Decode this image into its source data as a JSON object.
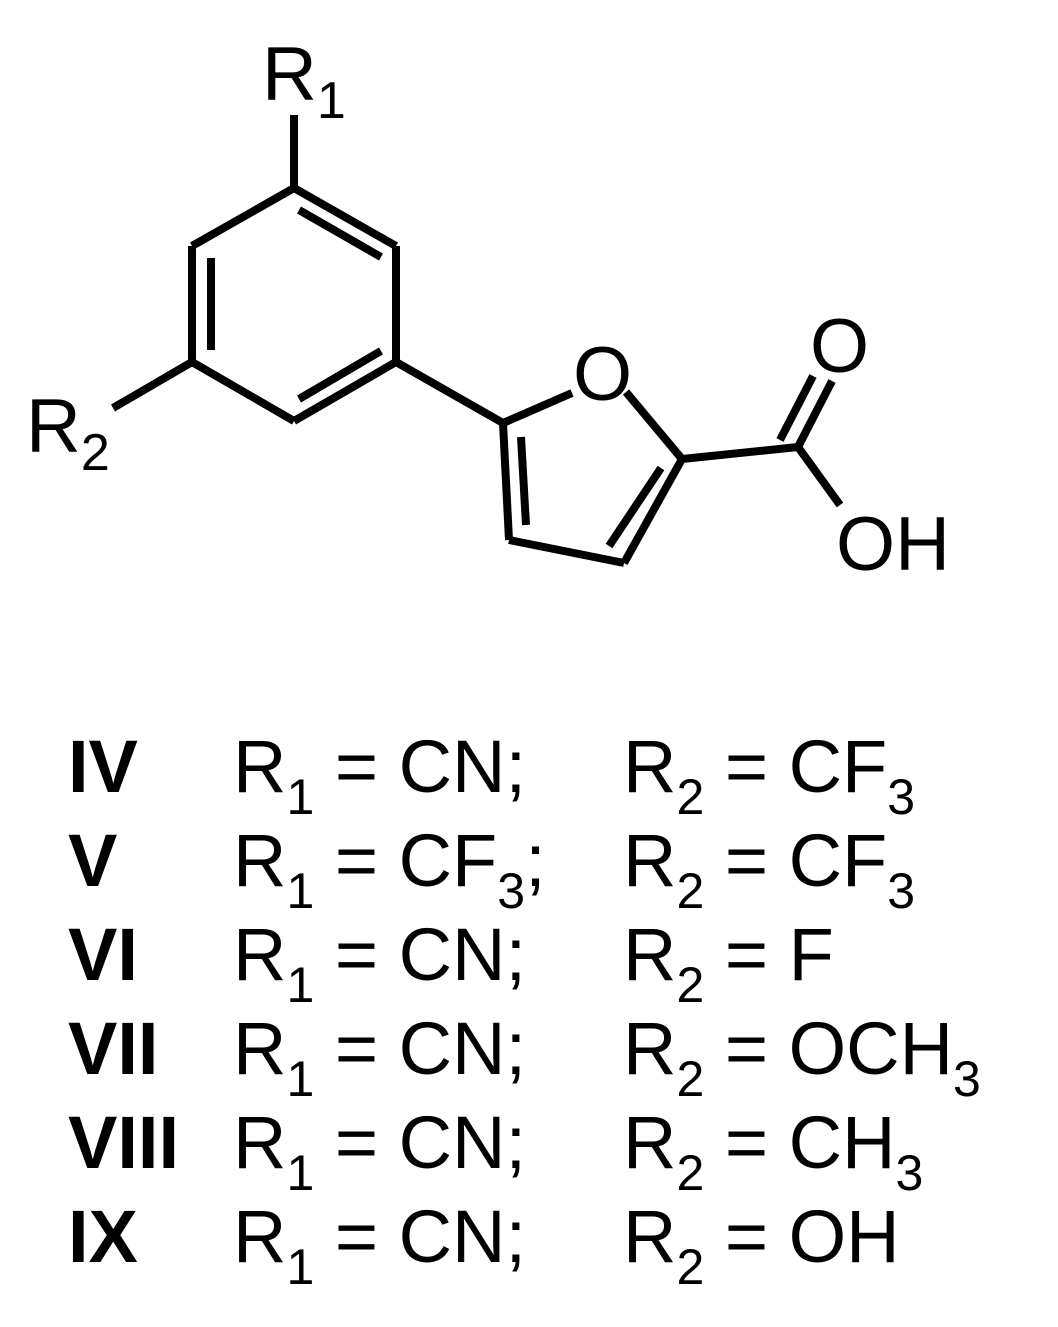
{
  "structure": {
    "labels": {
      "r1": "R",
      "r1_sub": "1",
      "r2": "R",
      "r2_sub": "2",
      "ring_oxygen": "O",
      "carbonyl_oxygen": "O",
      "hydroxyl": "OH"
    }
  },
  "compounds": [
    {
      "id": "IV",
      "r1": "R",
      "r1_sub": "1",
      "r1_value": " = CN;",
      "r1_value_sub": "",
      "r1_value_tail": "",
      "r2": "R",
      "r2_sub": "2",
      "r2_value": " = CF",
      "r2_value_sub": "3"
    },
    {
      "id": "V",
      "r1": "R",
      "r1_sub": "1",
      "r1_value": " = CF",
      "r1_value_sub": "3",
      "r1_value_tail": ";",
      "r2": "R",
      "r2_sub": "2",
      "r2_value": " = CF",
      "r2_value_sub": "3"
    },
    {
      "id": "VI",
      "r1": "R",
      "r1_sub": "1",
      "r1_value": " = CN;",
      "r1_value_sub": "",
      "r1_value_tail": "",
      "r2": "R",
      "r2_sub": "2",
      "r2_value": " = F",
      "r2_value_sub": ""
    },
    {
      "id": "VII",
      "r1": "R",
      "r1_sub": "1",
      "r1_value": " = CN;",
      "r1_value_sub": "",
      "r1_value_tail": "",
      "r2": "R",
      "r2_sub": "2",
      "r2_value": " = OCH",
      "r2_value_sub": "3"
    },
    {
      "id": "VIII",
      "r1": "R",
      "r1_sub": "1",
      "r1_value": " = CN;",
      "r1_value_sub": "",
      "r1_value_tail": "",
      "r2": "R",
      "r2_sub": "2",
      "r2_value": " = CH",
      "r2_value_sub": "3"
    },
    {
      "id": "IX",
      "r1": "R",
      "r1_sub": "1",
      "r1_value": " = CN;",
      "r1_value_sub": "",
      "r1_value_tail": "",
      "r2": "R",
      "r2_sub": "2",
      "r2_value": " = OH",
      "r2_value_sub": ""
    }
  ]
}
